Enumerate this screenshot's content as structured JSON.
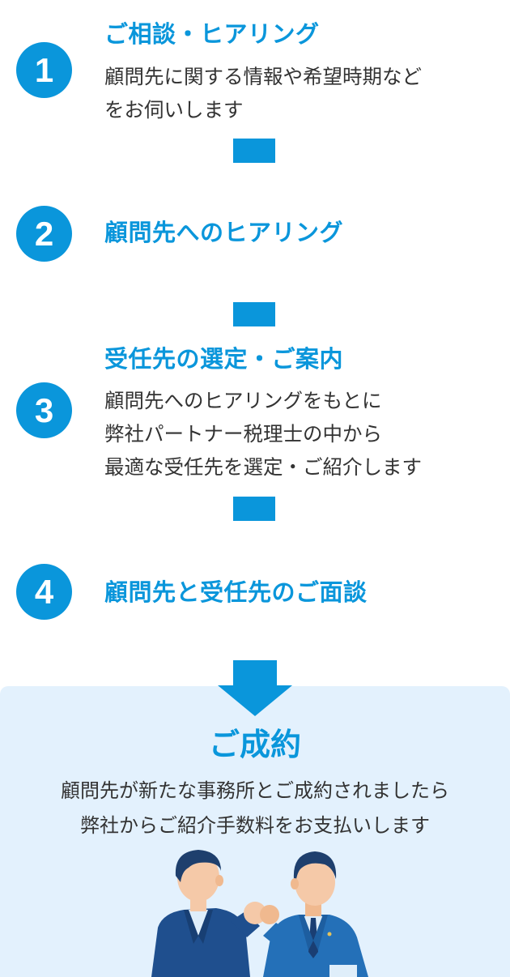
{
  "steps": [
    {
      "number": "1",
      "title": "ご相談・ヒアリング",
      "desc_lines": [
        "顧問先に関する情報や希望時期など",
        "をお伺いします"
      ]
    },
    {
      "number": "2",
      "title": "顧問先へのヒアリング",
      "desc_lines": []
    },
    {
      "number": "3",
      "title": "受任先の選定・ご案内",
      "desc_lines": [
        "顧問先へのヒアリングをもとに",
        "弊社パートナー税理士の中から",
        "最適な受任先を選定・ご紹介します"
      ]
    },
    {
      "number": "4",
      "title": "顧問先と受任先のご面談",
      "desc_lines": []
    }
  ],
  "result": {
    "title": "ご成約",
    "desc_lines": [
      "顧問先が新たな事務所とご成約されましたら",
      "弊社からご紹介手数料をお支払いします"
    ]
  },
  "colors": {
    "accent": "#0a96db",
    "result_bg": "#e3f1fd",
    "text": "#333333"
  }
}
